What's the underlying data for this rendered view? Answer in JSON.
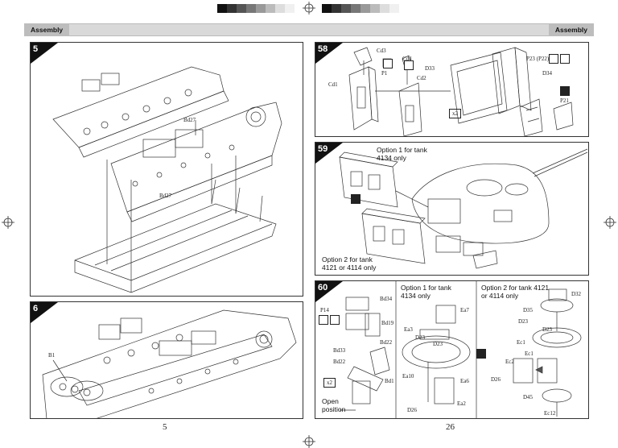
{
  "header": {
    "left_label": "Assembly",
    "right_label": "Assembly"
  },
  "page_numbers": {
    "left": "5",
    "right": "26"
  },
  "steps": {
    "s5": {
      "number": "5",
      "labels": {
        "bd27a": "Bd27",
        "bd27b": "Bd27"
      }
    },
    "s6": {
      "number": "6",
      "labels": {
        "b1": "B1"
      }
    },
    "s58": {
      "number": "58",
      "labels": {
        "cd3": "Cd3",
        "cd4": "Cd4",
        "p1": "P1",
        "cd2": "Cd2",
        "cd1": "Cd1",
        "d33": "D33",
        "p23": "P23 (P22)",
        "d34": "D34",
        "p21": "P21",
        "x2": "x2"
      }
    },
    "s59": {
      "number": "59",
      "option1": "Option 1 for tank\n4134 only",
      "option2": "Option 2 for tank\n4121 or 4114 only"
    },
    "s60": {
      "number": "60",
      "option1": "Option 1 for tank\n4134 only",
      "option2": "Option 2 for tank 4121\nor 4114 only",
      "open_position": "Open\nposition",
      "labels": {
        "p14": "P14",
        "bd34": "Bd34",
        "bd19": "Bd19",
        "bd33": "Bd33",
        "bd22": "Bd22",
        "bd22b": "Bd22",
        "bd1": "Bd1",
        "x2": "x2",
        "d26a": "D26",
        "ea7": "Ea7",
        "ea3": "Ea3",
        "d23a": "D23",
        "d23b": "D23",
        "ea10": "Ea10",
        "ea6": "Ea6",
        "ea2": "Ea2",
        "d32": "D32",
        "d35": "D35",
        "d23c": "D23",
        "d23d": "D23",
        "ec1a": "Ec1",
        "ec1b": "Ec1",
        "ec2": "Ec2",
        "d26b": "D26",
        "d45": "D45",
        "ec12": "Ec12"
      }
    }
  },
  "colors": {
    "panel_border": "#333333",
    "header_bg": "#d9d9d9",
    "tab_bg": "#bdbdbd",
    "badge": "#111111"
  }
}
